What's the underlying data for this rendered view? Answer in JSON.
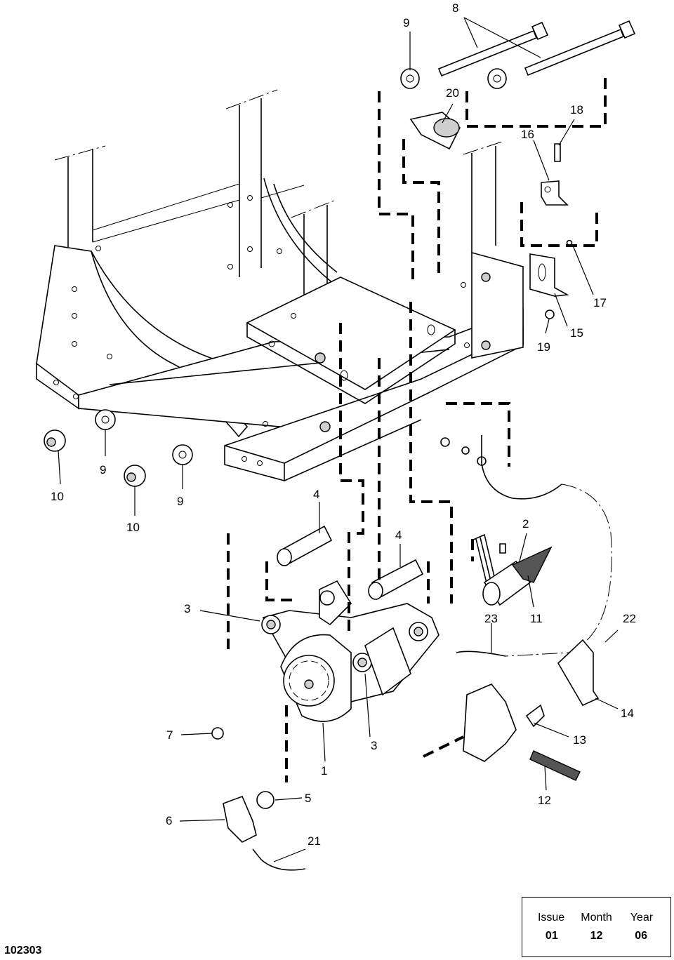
{
  "callouts": [
    {
      "id": "c-8",
      "text": "8"
    },
    {
      "id": "c-9a",
      "text": "9"
    },
    {
      "id": "c-20",
      "text": "20"
    },
    {
      "id": "c-18",
      "text": "18"
    },
    {
      "id": "c-16",
      "text": "16"
    },
    {
      "id": "c-17",
      "text": "17"
    },
    {
      "id": "c-15",
      "text": "15"
    },
    {
      "id": "c-19",
      "text": "19"
    },
    {
      "id": "c-9b",
      "text": "9"
    },
    {
      "id": "c-10a",
      "text": "10"
    },
    {
      "id": "c-9c",
      "text": "9"
    },
    {
      "id": "c-10b",
      "text": "10"
    },
    {
      "id": "c-4a",
      "text": "4"
    },
    {
      "id": "c-4b",
      "text": "4"
    },
    {
      "id": "c-2",
      "text": "2"
    },
    {
      "id": "c-3a",
      "text": "3"
    },
    {
      "id": "c-23",
      "text": "23"
    },
    {
      "id": "c-11",
      "text": "11"
    },
    {
      "id": "c-22",
      "text": "22"
    },
    {
      "id": "c-14",
      "text": "14"
    },
    {
      "id": "c-7",
      "text": "7"
    },
    {
      "id": "c-13",
      "text": "13"
    },
    {
      "id": "c-3b",
      "text": "3"
    },
    {
      "id": "c-1",
      "text": "1"
    },
    {
      "id": "c-5",
      "text": "5"
    },
    {
      "id": "c-12",
      "text": "12"
    },
    {
      "id": "c-6",
      "text": "6"
    },
    {
      "id": "c-21",
      "text": "21"
    }
  ],
  "document_id": "102303",
  "issue_box": {
    "headers": {
      "issue": "Issue",
      "month": "Month",
      "year": "Year"
    },
    "values": {
      "issue": "01",
      "month": "12",
      "year": "06"
    }
  }
}
